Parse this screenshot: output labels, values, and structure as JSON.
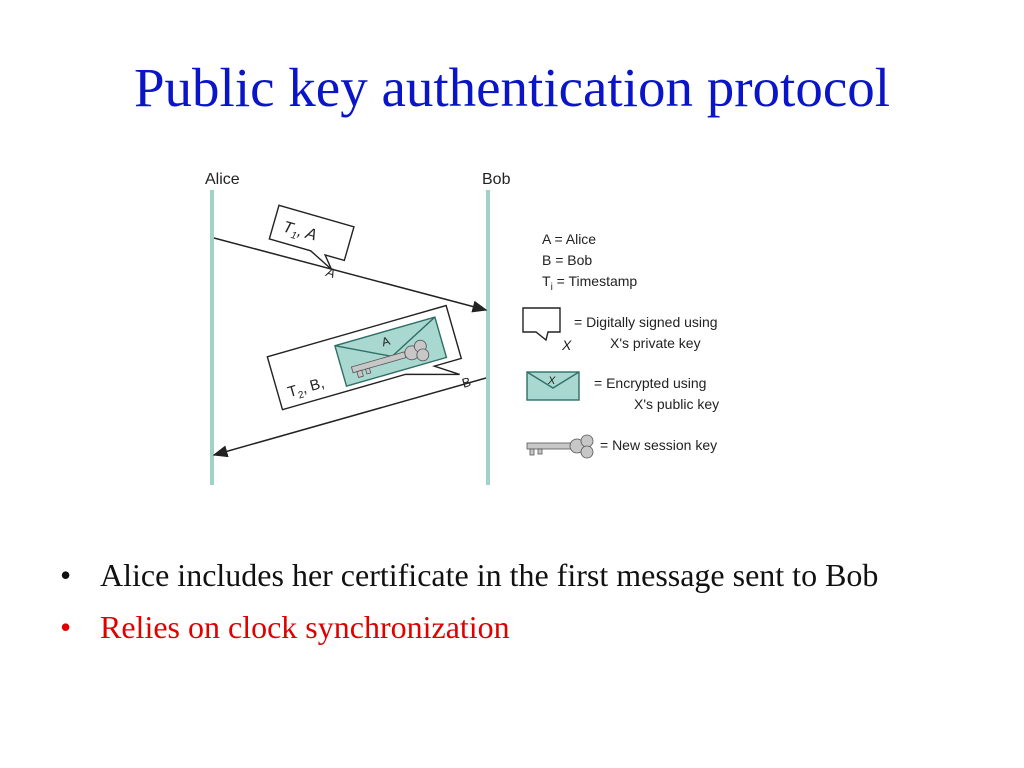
{
  "slide": {
    "title": "Public key authentication protocol"
  },
  "diagram": {
    "parties": {
      "alice": "Alice",
      "bob": "Bob"
    },
    "msg1": {
      "content": "T1, A",
      "t_main": "T",
      "t_sub": "1",
      "rest": ", A",
      "signer": "A"
    },
    "msg2": {
      "content": "T2, B,",
      "t_main": "T",
      "t_sub": "2",
      "rest": ", B,",
      "signer": "B",
      "envelope_key": "A"
    },
    "legend": {
      "line_a": "A = Alice",
      "line_b": "B = Bob",
      "line_t_main": "T",
      "line_t_sub": "i",
      "line_t_rest": " = Timestamp",
      "signed_label_1": "= Digitally signed using",
      "signed_label_2": "X's private key",
      "signed_var": "X",
      "encrypted_label_1": "= Encrypted using",
      "encrypted_label_2": "X's public key",
      "encrypted_var": "X",
      "session_key_label": "= New session key"
    },
    "colors": {
      "lifeline": "#9fd3c7",
      "envelope_fill": "#a9d8d0",
      "envelope_stroke": "#2f6f66",
      "key_fill": "#c7c7c7",
      "arrow": "#222222"
    },
    "icons": [
      "signed-box-icon",
      "envelope-icon",
      "session-key-icon"
    ]
  },
  "bullets": [
    {
      "bullet": "•",
      "text": "Alice includes her certificate in the first message sent to Bob",
      "color": "#111111"
    },
    {
      "bullet": "•",
      "text": "Relies on clock synchronization",
      "color": "#e00000"
    }
  ]
}
